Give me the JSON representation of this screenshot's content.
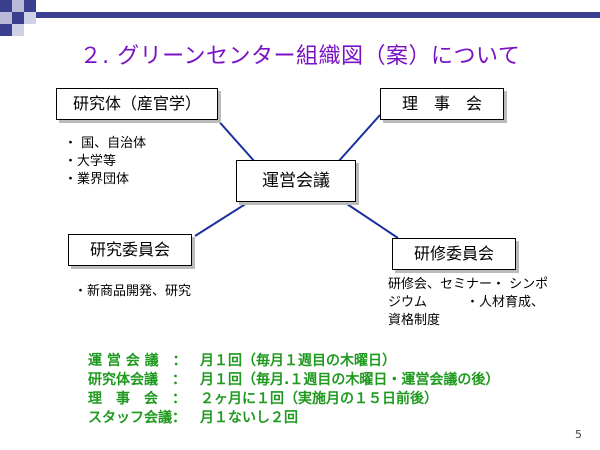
{
  "title": "２. グリーンセンター組織図（案）について",
  "boxes": {
    "kenkyutai": "研究体（産官学）",
    "rijikai": "理　事　会",
    "uneikaigi": "運営会議",
    "kenkyu_iinkai": "研究委員会",
    "kenshu_iinkai": "研修委員会"
  },
  "kenkyutai_members": [
    "・ 国、自治体",
    "・大学等",
    "・業界団体"
  ],
  "kenkyu_iinkai_tasks": [
    "・新商品開発、研究"
  ],
  "kenshu_iinkai_tasks": [
    "研修会、セミナー・ シンポ",
    "ジウム　　　・人材育成、",
    "資格制度"
  ],
  "schedule": [
    {
      "label": "運 営 会 議　：",
      "text": "月１回（毎月１週目の木曜日）"
    },
    {
      "label": "研究体会議　：",
      "text": "月１回（毎月.１週目の木曜日・運営会議の後）"
    },
    {
      "label": "理　事　会　：",
      "text": "２ヶ月に１回（実施月の１５日前後）"
    },
    {
      "label": "スタッフ会議：",
      "text": "月１ないし２回"
    }
  ],
  "page_number": "5",
  "colors": {
    "title": "#7a12c4",
    "schedule": "#1f9a1f",
    "deco": "#3a3f8f"
  }
}
